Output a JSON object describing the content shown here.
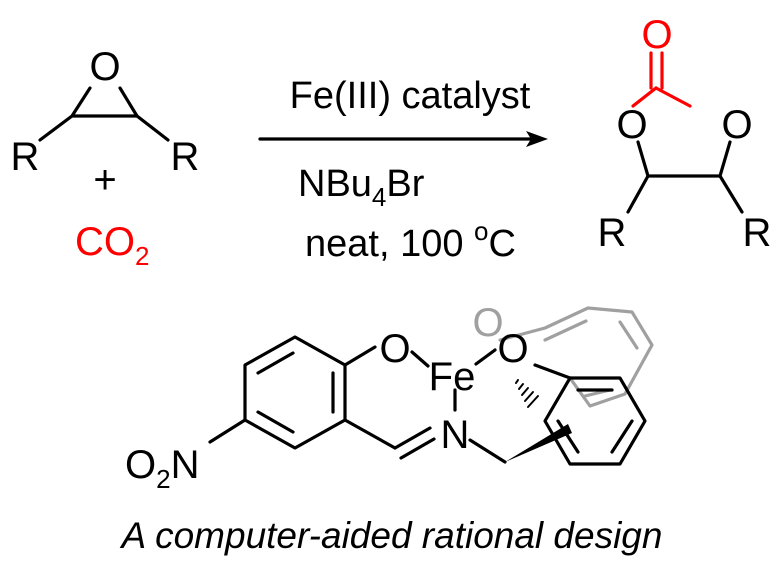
{
  "colors": {
    "black": "#000000",
    "red": "#ff0000",
    "grey": "#a0a0a0"
  },
  "reaction": {
    "reactant": {
      "oxygen": "O",
      "r_left": "R",
      "r_right": "R"
    },
    "plus": "+",
    "co2": {
      "main": "CO",
      "sub": "2"
    },
    "conditions": {
      "catalyst": "Fe(III) catalyst",
      "additive": {
        "pre": "NBu",
        "sub": "4",
        "post": "Br"
      },
      "temp": {
        "pre": "neat, 100 ",
        "sup": "o",
        "post": "C"
      }
    },
    "product": {
      "carbonyl_o": "O",
      "ring_o_left": "O",
      "ring_o_right": "O",
      "r_left": "R",
      "r_right": "R"
    }
  },
  "catalyst": {
    "o_left": "O",
    "fe": "Fe",
    "o_right": "O",
    "n": "N",
    "nitro": {
      "pre": "O",
      "sub": "2",
      "post": "N"
    },
    "o_grey": "O"
  },
  "caption": "A computer-aided rational design"
}
